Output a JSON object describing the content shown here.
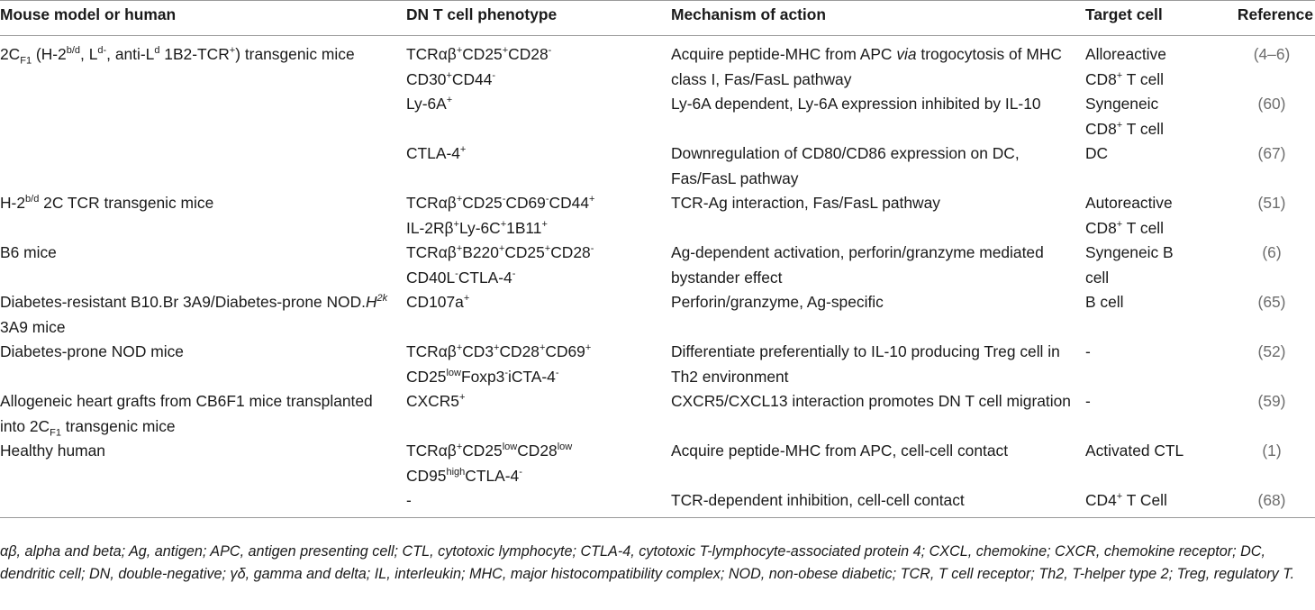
{
  "table": {
    "headers": [
      "Mouse model or human",
      "DN T cell phenotype",
      "Mechanism of action",
      "Target cell",
      "Reference"
    ],
    "rows": [
      {
        "model": "2C<sub>F1</sub> (H-2<sup>b/d</sup>, L<sup>d-</sup>, anti-L<sup>d</sup> 1B2-TCR<sup>+</sup>) transgenic mice",
        "phenotype": "TCRαβ<sup>+</sup>CD25<sup>+</sup>CD28<sup>-</sup><br>CD30<sup>+</sup>CD44<sup>-</sup>",
        "mechanism": "Acquire peptide-MHC from APC <i>via</i> trogocytosis of MHC class I, Fas/FasL pathway",
        "target": "Alloreactive<br>CD8<sup>+</sup> T cell",
        "reference": "(4–6)"
      },
      {
        "model": "",
        "phenotype": "Ly-6A<sup>+</sup>",
        "mechanism": "Ly-6A dependent, Ly-6A expression inhibited by IL-10",
        "target": "Syngeneic<br>CD8<sup>+</sup> T cell",
        "reference": "(60)"
      },
      {
        "model": "",
        "phenotype": "CTLA-4<sup>+</sup>",
        "mechanism": "Downregulation of CD80/CD86 expression on DC, Fas/FasL pathway",
        "target": "DC",
        "reference": "(67)"
      },
      {
        "model": "H-2<sup>b/d</sup> 2C TCR transgenic mice",
        "phenotype": "TCRαβ<sup>+</sup>CD25<sup>-</sup>CD69<sup>-</sup>CD44<sup>+</sup><br>IL-2Rβ<sup>+</sup>Ly-6C<sup>+</sup>1B11<sup>+</sup>",
        "mechanism": "TCR-Ag interaction, Fas/FasL pathway",
        "target": "Autoreactive<br>CD8<sup>+</sup> T cell",
        "reference": "(51)"
      },
      {
        "model": "B6 mice",
        "phenotype": "TCRαβ<sup>+</sup>B220<sup>+</sup>CD25<sup>+</sup>CD28<sup>-</sup><br>CD40L<sup>-</sup>CTLA-4<sup>-</sup>",
        "mechanism": "Ag-dependent activation, perforin/granzyme mediated bystander effect",
        "target": "Syngeneic B<br>cell",
        "reference": "(6)"
      },
      {
        "model": "Diabetes-resistant B10.Br 3A9/Diabetes-prone NOD.<i>H<sup>2k</sup></i> 3A9 mice",
        "phenotype": "CD107a<sup>+</sup>",
        "mechanism": "Perforin/granzyme, Ag-specific",
        "target": "B cell",
        "reference": "(65)"
      },
      {
        "model": "Diabetes-prone NOD mice",
        "phenotype": "TCRαβ<sup>+</sup>CD3<sup>+</sup>CD28<sup>+</sup>CD69<sup>+</sup><br>CD25<sup>low</sup>Foxp3<sup>-</sup>iCTA-4<sup>-</sup>",
        "mechanism": "Differentiate preferentially to IL-10 producing Treg cell in Th2 environment",
        "target": "-",
        "reference": "(52)"
      },
      {
        "model": "Allogeneic heart grafts from CB6F1 mice transplanted into 2C<sub>F1</sub> transgenic mice",
        "phenotype": "CXCR5<sup>+</sup>",
        "mechanism": "CXCR5/CXCL13 interaction promotes DN T cell migration",
        "target": "-",
        "reference": "(59)"
      },
      {
        "model": "Healthy human",
        "phenotype": "TCRαβ<sup>+</sup>CD25<sup>low</sup>CD28<sup>low</sup><br>CD95<sup>high</sup>CTLA-4<sup>-</sup>",
        "mechanism": "Acquire peptide-MHC from APC, cell-cell contact",
        "target": "Activated CTL",
        "reference": "(1)"
      },
      {
        "model": "",
        "phenotype": "-",
        "mechanism": "TCR-dependent inhibition, cell-cell contact",
        "target": "CD4<sup>+</sup> T Cell",
        "reference": "(68)"
      }
    ]
  },
  "footnote": "αβ, alpha and beta; Ag, antigen; APC, antigen presenting cell; CTL, cytotoxic lymphocyte; CTLA-4, cytotoxic T-lymphocyte-associated protein 4; CXCL, chemokine; CXCR, chemokine receptor; DC, dendritic cell; DN, double-negative; γδ, gamma and delta; IL, interleukin; MHC, major histocompatibility complex; NOD, non-obese diabetic; TCR, T cell receptor; Th2, T-helper type 2; Treg, regulatory T."
}
